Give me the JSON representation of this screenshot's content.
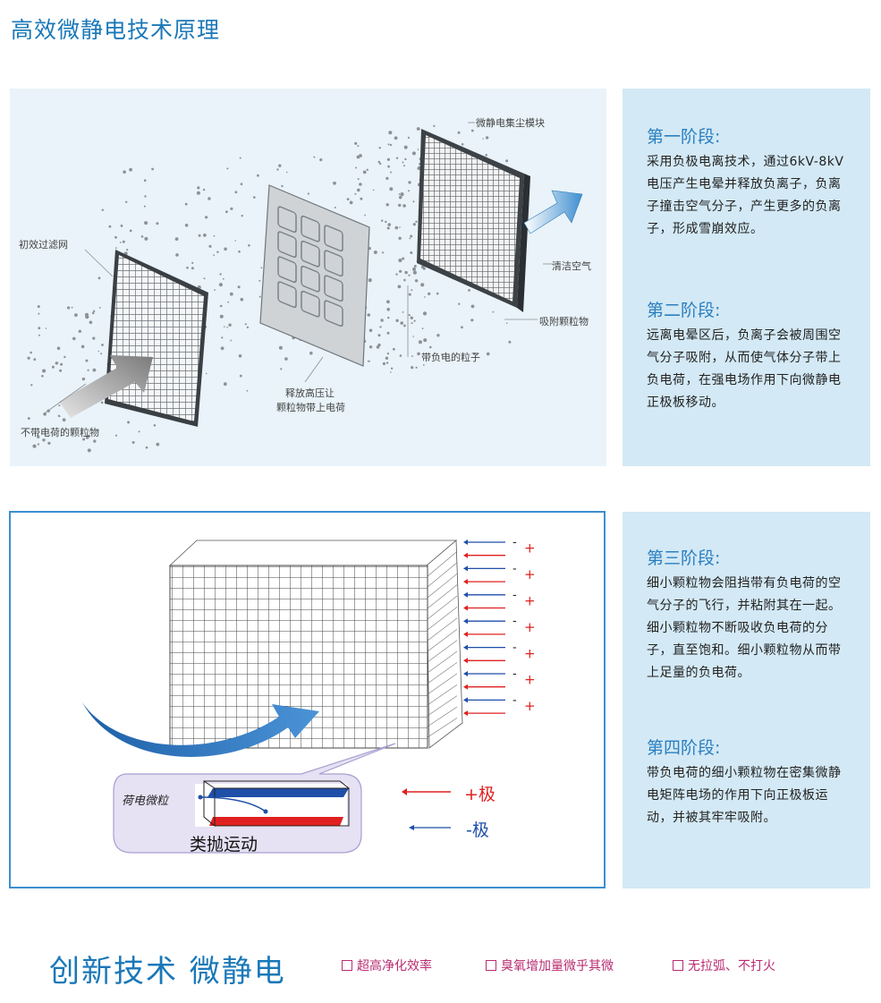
{
  "page": {
    "title": "高效微静电技术原理"
  },
  "figure1": {
    "labels": {
      "collector": "微静电集尘模块",
      "prefilter": "初效过滤网",
      "clean_air": "清洁空气",
      "adsorbed": "吸附颗粒物",
      "charged_particles": "带负电的粒子",
      "release_line1": "释放高压让",
      "release_line2": "颗粒物带上电荷",
      "uncharged": "不带电荷的颗粒物"
    }
  },
  "stages_top": [
    {
      "title": "第一阶段:",
      "text": "采用负极电离技术，通过6kV-8kV 电压产生电晕并释放负离子，负离子撞击空气分子，产生更多的负离子，形成雪崩效应。"
    },
    {
      "title": "第二阶段:",
      "text": "远离电晕区后，负离子会被周围空气分子吸附，从而使气体分子带上负电荷，在强电场作用下向微静电正极板移动。"
    }
  ],
  "figure2": {
    "particle_label": "荷电微粒",
    "motion_label": "类抛运动",
    "plus_pole": "+极",
    "minus_pole": "-极",
    "plus_sign": "+",
    "minus_sign": "-",
    "plus_color": "#e02020",
    "minus_color": "#1f4fa8"
  },
  "stages_bottom": [
    {
      "title": "第三阶段:",
      "text": "细小颗粒物会阻挡带有负电荷的空气分子的飞行，并粘附其在一起。细小颗粒物不断吸收负电荷的分子，直至饱和。细小颗粒物从而带上足量的负电荷。"
    },
    {
      "title": "第四阶段:",
      "text": "带负电荷的细小颗粒物在密集微静电矩阵电场的作用下向正极板运动，并被其牢牢吸附。"
    }
  ],
  "footer": {
    "slogan": "创新技术  微静电",
    "features": [
      "超高净化效率",
      "臭氧增加量微乎其微",
      "无拉弧、不打火"
    ]
  },
  "colors": {
    "accent": "#1a78b8",
    "panel_bg": "#d3e9f5",
    "feature": "#b82c72"
  }
}
